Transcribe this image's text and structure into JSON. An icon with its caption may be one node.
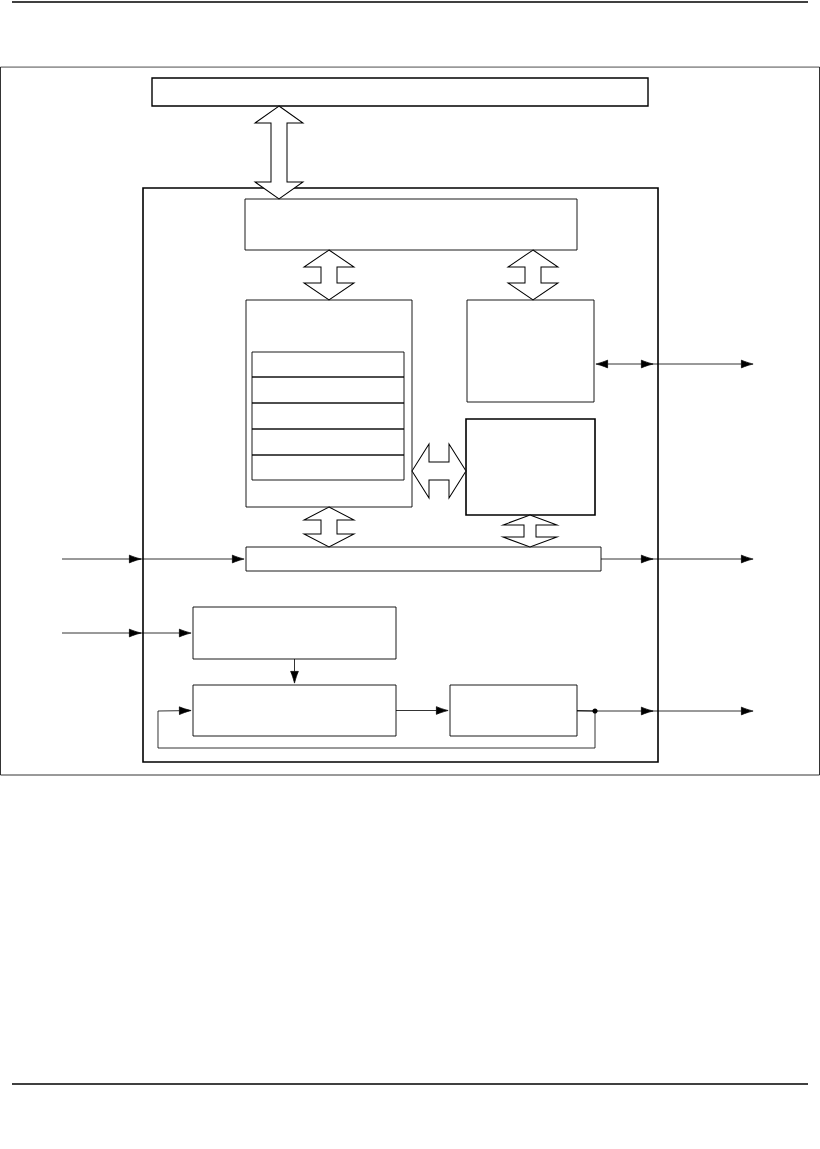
{
  "diagram": {
    "nodes": [
      {
        "text": [],
        "shape": "box"
      },
      {
        "text": [],
        "shape": "box"
      },
      {
        "text": [],
        "shape": "box",
        "in": 1
      },
      {
        "text": [],
        "shape": "box",
        "in": 1
      },
      {
        "text": [],
        "shape": "box",
        "in": 3
      },
      {
        "text": [],
        "shape": "box",
        "in": 3
      },
      {
        "text": [],
        "shape": "box",
        "in": 3
      },
      {
        "text": [],
        "shape": "box",
        "in": 3
      },
      {
        "text": [],
        "shape": "box",
        "in": 3
      },
      {
        "text": [],
        "shape": "box",
        "in": 1
      },
      {
        "text": [],
        "shape": "box",
        "in": 1
      },
      {
        "text": [],
        "shape": "box",
        "in": 1
      },
      {
        "text": [],
        "shape": "box",
        "in": 1
      },
      {
        "text": [],
        "shape": "box",
        "in": 1
      },
      {
        "text": [],
        "shape": "box",
        "in": 1
      }
    ],
    "edges": [
      {
        "from": 0,
        "to": 2,
        "arrow": "both",
        "style": "thick"
      },
      {
        "from": 2,
        "to": 3,
        "arrow": "both",
        "style": "thick"
      },
      {
        "from": 2,
        "to": 9,
        "arrow": "both",
        "style": "thick"
      },
      {
        "from": 3,
        "to": 10,
        "arrow": "both",
        "style": "thick"
      },
      {
        "from": 3,
        "to": 11,
        "arrow": "both",
        "style": "thick"
      },
      {
        "from": 10,
        "to": 11,
        "arrow": "both",
        "style": "thick"
      },
      {
        "from": 9,
        "to": null,
        "arrow": "both"
      },
      {
        "from": null,
        "to": 11,
        "arrow": "to"
      },
      {
        "from": 11,
        "to": null,
        "arrow": "to"
      },
      {
        "from": null,
        "to": 12,
        "arrow": "to"
      },
      {
        "from": 12,
        "to": 13,
        "arrow": "to"
      },
      {
        "from": 13,
        "to": 14,
        "arrow": "to"
      },
      {
        "from": 14,
        "to": null,
        "arrow": "to"
      },
      {
        "from": 14,
        "to": 13,
        "arrow": "to"
      }
    ]
  }
}
